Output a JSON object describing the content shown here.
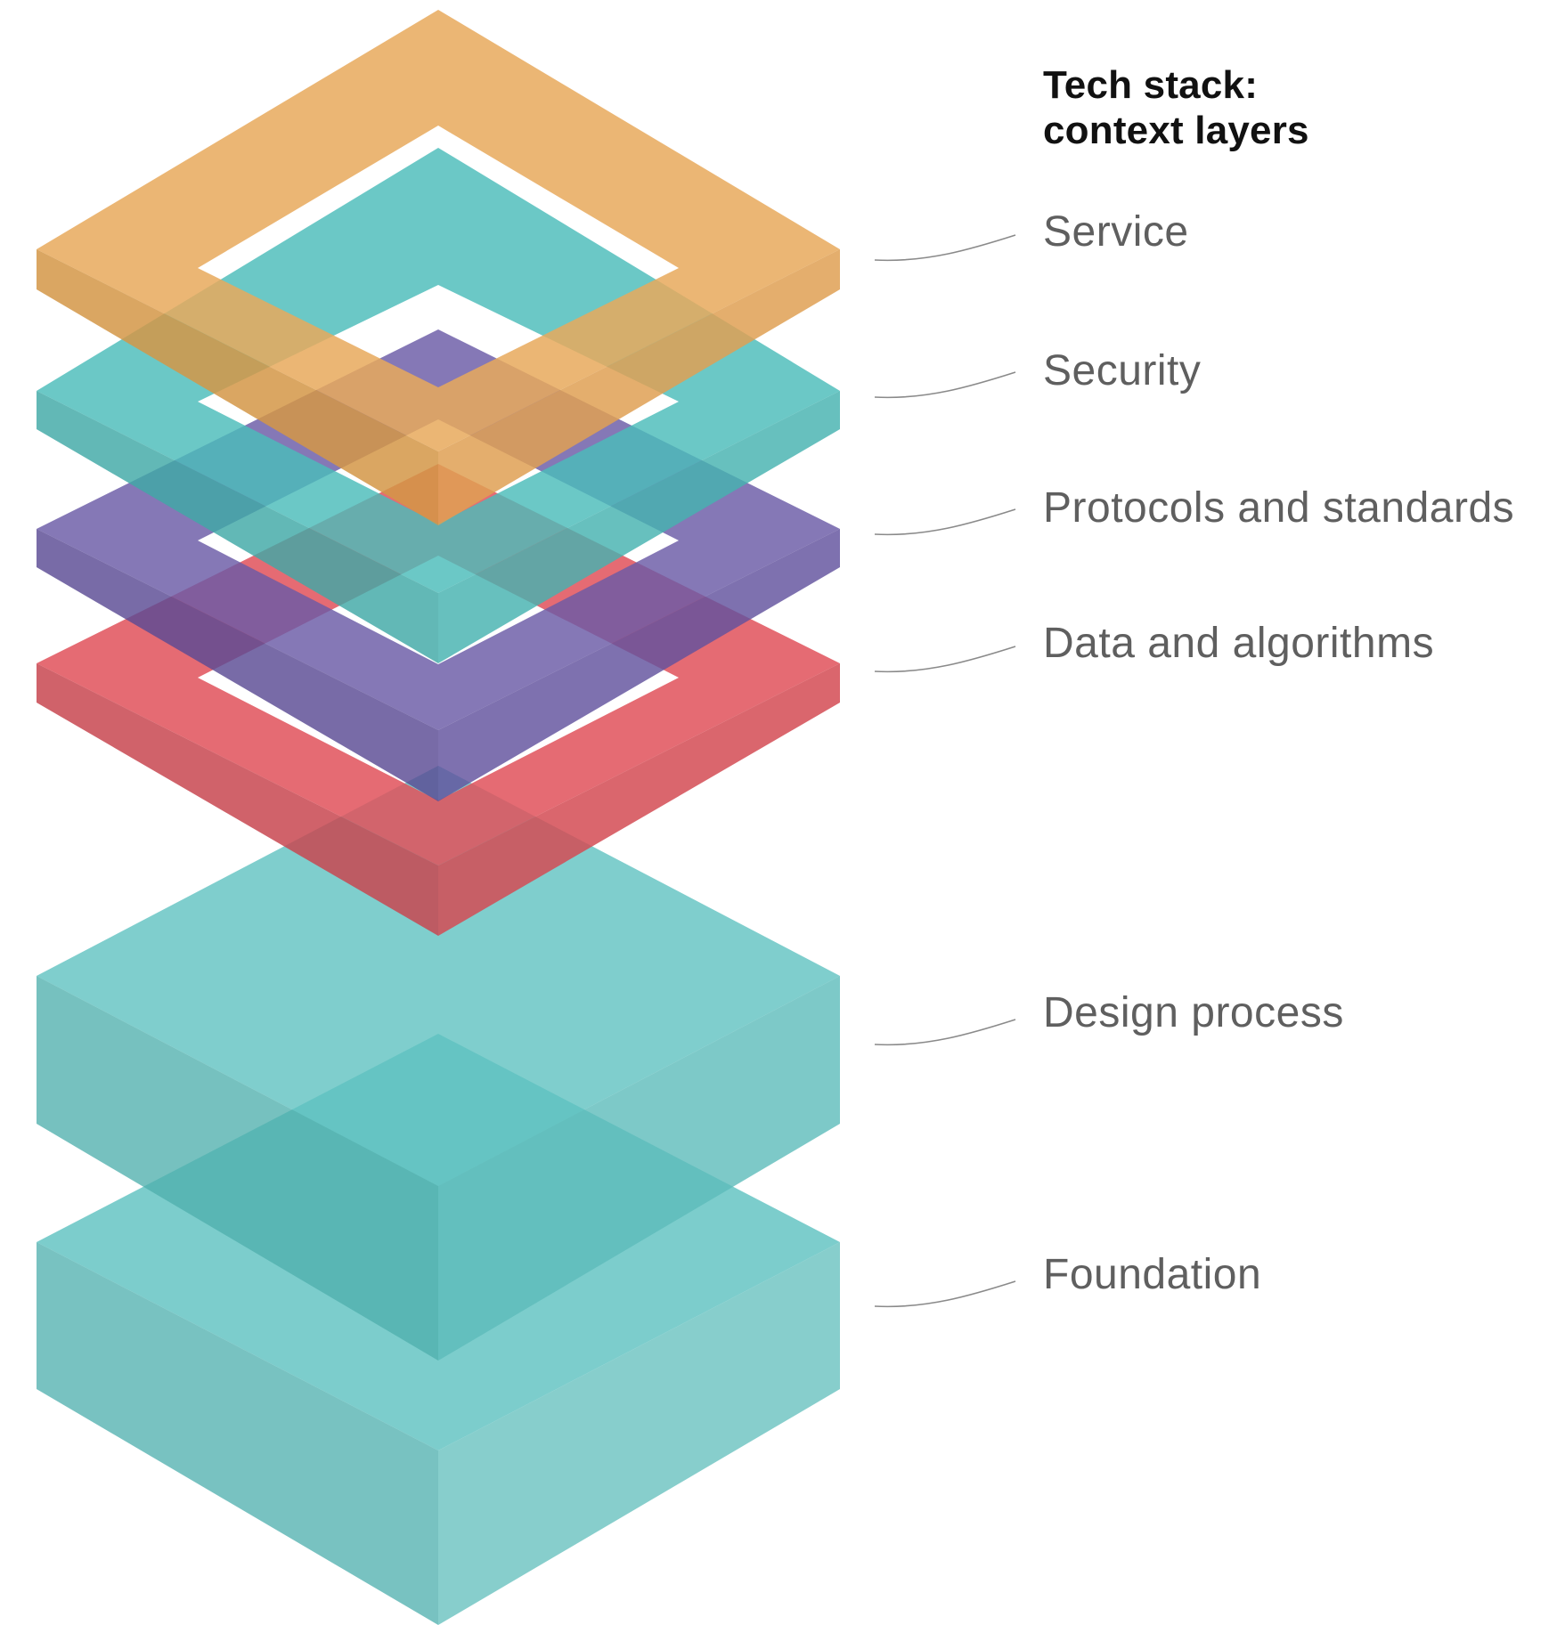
{
  "title": {
    "line1": "Tech stack:",
    "line2": "context layers"
  },
  "layers": [
    {
      "key": "service",
      "label": "Service",
      "color": "#e8a95c"
    },
    {
      "key": "security",
      "label": "Security",
      "color": "#4bbcba"
    },
    {
      "key": "protocols",
      "label": "Protocols and standards",
      "color": "#6a5aa6"
    },
    {
      "key": "data",
      "label": "Data and algorithms",
      "color": "#e0515a"
    },
    {
      "key": "design",
      "label": "Design process",
      "color": "#5fc2c1"
    },
    {
      "key": "foundation",
      "label": "Foundation",
      "color": "#5fc2c1"
    }
  ],
  "colors": {
    "leader_line": "#8a8a8a",
    "label_text": "#5f5f5f",
    "title_text": "#111111"
  }
}
